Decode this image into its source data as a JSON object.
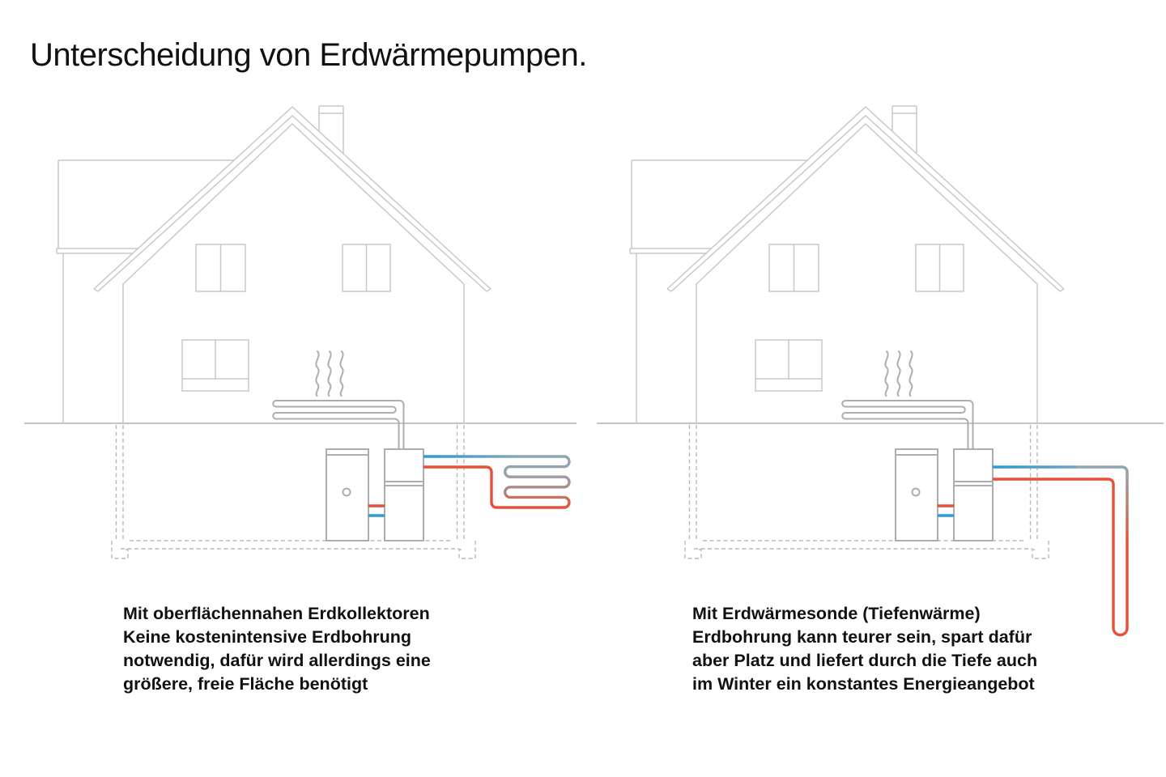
{
  "title": "Unterscheidung von Erdwärmepumpen.",
  "colors": {
    "background": "#ffffff",
    "text": "#111111",
    "house_line": "#c6c9ca",
    "detail_line": "#abaeb0",
    "dashed_line": "#b6b9bb",
    "ground_line": "#c2c5c6",
    "pipe_blue": "#2e9bd6",
    "pipe_red": "#e8503a",
    "pipe_mid": "#8fa6b4"
  },
  "icons": {
    "heat_waves_icon": "three wavy lines above underfloor heating",
    "house_icon": "line drawing of gabled house with annex and chimney"
  },
  "diagrams": [
    {
      "name": "erdkollektor",
      "caption": [
        "Mit oberflächennahen Erdkollektoren",
        "Keine kostenintensive Erdbohrung",
        "notwendig, dafür wird allerdings eine",
        "größere, freie Fläche benötigt"
      ]
    },
    {
      "name": "erdwaermesonde",
      "caption": [
        "Mit Erdwärmesonde (Tiefenwärme)",
        "Erdbohrung kann teurer sein, spart dafür",
        "aber Platz und liefert durch die Tiefe auch",
        "im Winter ein konstantes Energieangebot"
      ]
    }
  ]
}
